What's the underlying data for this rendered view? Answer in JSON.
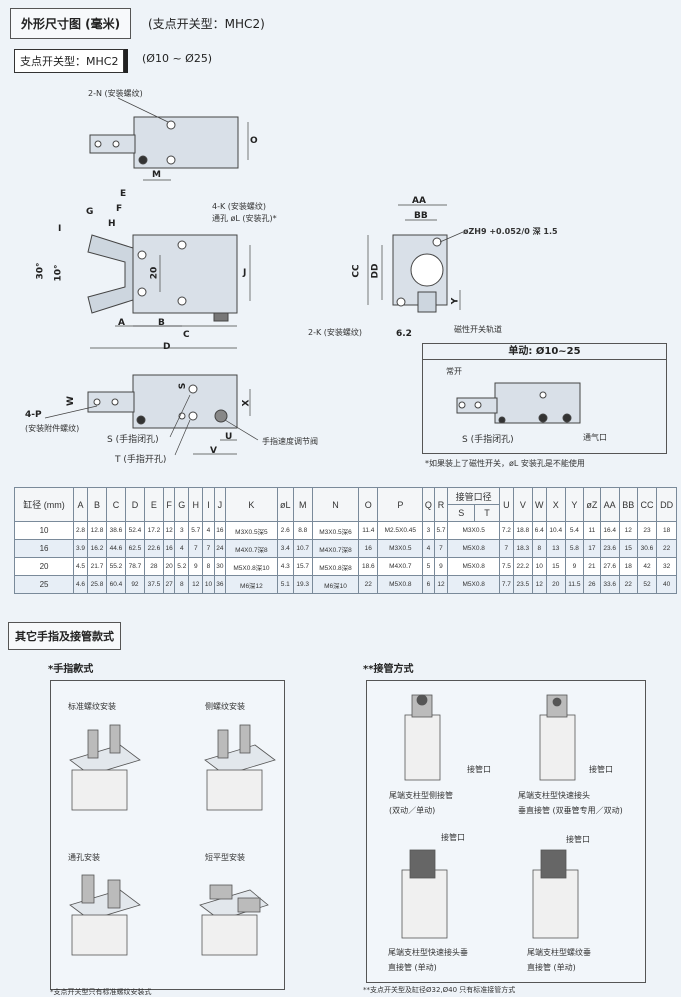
{
  "header": {
    "title": "外形尺寸图 (毫米)",
    "subtitle": "(支点开关型：MHC2)"
  },
  "model": {
    "label": "支点开关型：MHC2",
    "range": "(Ø10 ~ Ø25)"
  },
  "drawing_top": {
    "n_label": "2-N (安装螺纹)",
    "dim_o": "O",
    "dim_m": "M"
  },
  "drawing_side": {
    "k_label": "4-K (安装螺纹)",
    "l_label": "通孔 øL (安装孔)*",
    "dims": {
      "A": "A",
      "B": "B",
      "C": "C",
      "D": "D",
      "E": "E",
      "F": "F",
      "G": "G",
      "H": "H",
      "I": "I",
      "J": "J",
      "d20": "20",
      "a30": "30°",
      "a10": "10°"
    }
  },
  "drawing_end": {
    "AA": "AA",
    "BB": "BB",
    "CC": "CC",
    "DD": "DD",
    "Y": "Y",
    "z_label": "øZH9 +0.052/0 深 1.5",
    "k_label": "2-K (安装螺纹)",
    "d62": "6.2",
    "rail": "磁性开关轨道"
  },
  "drawing_bottom": {
    "p_label": "4-P",
    "p_sub": "(安装附件螺纹)",
    "s_label": "S (手指闭孔)",
    "t_label": "T (手指开孔)",
    "valve": "手指速度调节阀",
    "W": "W",
    "X": "X",
    "U": "U",
    "V": "V",
    "S": "S"
  },
  "single_acting": {
    "title": "单动: Ø10~25",
    "normally_open": "常开",
    "s_label": "S (手指闭孔)",
    "vent": "通气口",
    "note": "*如果装上了磁性开关，øL 安装孔是不能使用"
  },
  "table": {
    "bore_header": "缸径 (mm)",
    "port_header": "接管口径",
    "cols_before": [
      "A",
      "B",
      "C",
      "D",
      "E",
      "F",
      "G",
      "H",
      "I",
      "J",
      "K",
      "øL",
      "M",
      "N",
      "O",
      "P",
      "Q",
      "R"
    ],
    "port_cols": [
      "S",
      "T"
    ],
    "cols_after": [
      "U",
      "V",
      "W",
      "X",
      "Y",
      "øZ",
      "AA",
      "BB",
      "CC",
      "DD"
    ],
    "rows": [
      [
        "10",
        "2.8",
        "12.8",
        "38.6",
        "52.4",
        "17.2",
        "12",
        "3",
        "5.7",
        "4",
        "16",
        "M3X0.5深5",
        "2.6",
        "8.8",
        "M3X0.5深6",
        "11.4",
        "M2.5X0.45",
        "3",
        "5.7",
        "M3X0.5",
        "7.2",
        "18.8",
        "6.4",
        "10.4",
        "5.4",
        "11",
        "16.4",
        "12",
        "23",
        "18"
      ],
      [
        "16",
        "3.9",
        "16.2",
        "44.6",
        "62.5",
        "22.6",
        "16",
        "4",
        "7",
        "7",
        "24",
        "M4X0.7深8",
        "3.4",
        "10.7",
        "M4X0.7深8",
        "16",
        "M3X0.5",
        "4",
        "7",
        "M5X0.8",
        "7",
        "18.3",
        "8",
        "13",
        "5.8",
        "17",
        "23.6",
        "15",
        "30.6",
        "22"
      ],
      [
        "20",
        "4.5",
        "21.7",
        "55.2",
        "78.7",
        "28",
        "20",
        "5.2",
        "9",
        "8",
        "30",
        "M5X0.8深10",
        "4.3",
        "15.7",
        "M5X0.8深8",
        "18.6",
        "M4X0.7",
        "5",
        "9",
        "M5X0.8",
        "7.5",
        "22.2",
        "10",
        "15",
        "9",
        "21",
        "27.6",
        "18",
        "42",
        "32"
      ],
      [
        "25",
        "4.6",
        "25.8",
        "60.4",
        "92",
        "37.5",
        "27",
        "8",
        "12",
        "10",
        "36",
        "M6深12",
        "5.1",
        "19.3",
        "M6深10",
        "22",
        "M5X0.8",
        "6",
        "12",
        "M5X0.8",
        "7.7",
        "23.5",
        "12",
        "20",
        "11.5",
        "26",
        "33.6",
        "22",
        "52",
        "40"
      ]
    ]
  },
  "other": {
    "title": "其它手指及接管款式",
    "fingers": {
      "title": "*手指款式",
      "items": [
        "标准螺纹安装",
        "侧螺纹安装",
        "通孔安装",
        "短平型安装"
      ],
      "note": "*支点开关型只有标准螺纹安装式"
    },
    "piping": {
      "title": "**接管方式",
      "port": "接管口",
      "items": [
        {
          "l1": "尾端支柱型侧接管",
          "l2": "(双动／单动)"
        },
        {
          "l1": "尾端支柱型快速接头",
          "l2": "垂直接管 (双垂管专用／双动)"
        },
        {
          "l1": "尾端支柱型快速接头垂",
          "l2": "直接管 (单动)"
        },
        {
          "l1": "尾端支柱型螺纹垂",
          "l2": "直接管 (单动)"
        }
      ],
      "note": "**支点开关型及缸径Ø32,Ø40 只有标准接管方式"
    }
  }
}
